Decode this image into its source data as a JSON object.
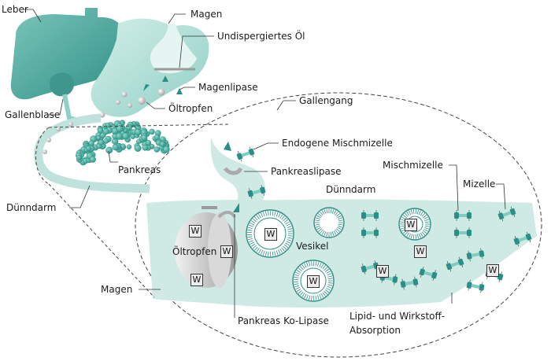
{
  "labels": {
    "leber": "Leber",
    "magen_top": "Magen",
    "undispergiertes_oel": "Undispergiertes Öl",
    "magenlipase": "Magenlipase",
    "oeltropfen_top": "Öltropfen",
    "gallenblase": "Gallenblase",
    "gallengang": "Gallengang",
    "endogene_mischmizelle": "Endogene Mischmizelle",
    "pankreas": "Pankreas",
    "pankreaslipase": "Pankreaslipase",
    "mischmizelle": "Mischmizelle",
    "mizelle": "Mizelle",
    "duenndarm_left": "Dünndarm",
    "duenndarm_inset": "Dünndarm",
    "oeltropfen_inset": "Öltropfen",
    "vesikel": "Vesikel",
    "magen_bottom": "Magen",
    "pankreas_ko_lipase": "Pankreas Ko-Lipase",
    "absorption_line1": "Lipid-  und Wirkstoff-",
    "absorption_line2": "Absorption",
    "w": "W"
  },
  "colors": {
    "organ_dark": "#3a9c92",
    "organ_light": "#b9e1da",
    "organ_pale": "#d6eee9",
    "inset_bg": "#d2ece7",
    "teal_icon": "#2a8f86",
    "droplet_gray": "#b8b8b8"
  }
}
